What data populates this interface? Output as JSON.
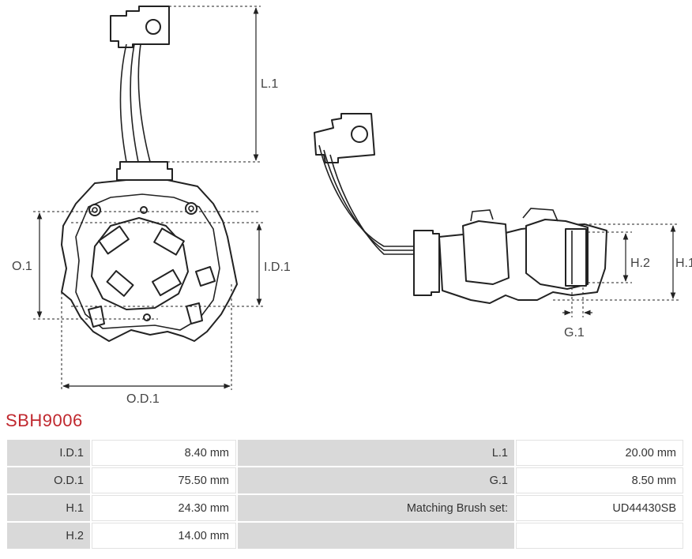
{
  "drawing": {
    "labels": {
      "l1": "L.1",
      "o1": "O.1",
      "id1": "I.D.1",
      "od1": "O.D.1",
      "h1": "H.1",
      "h2": "H.2",
      "g1": "G.1"
    }
  },
  "part_code": "SBH9006",
  "specs": [
    {
      "k1": "I.D.1",
      "v1": "8.40 mm",
      "k2": "L.1",
      "v2": "20.00 mm"
    },
    {
      "k1": "O.D.1",
      "v1": "75.50 mm",
      "k2": "G.1",
      "v2": "8.50 mm"
    },
    {
      "k1": "H.1",
      "v1": "24.30 mm",
      "k2": "Matching Brush set:",
      "v2": "UD44430SB"
    },
    {
      "k1": "H.2",
      "v1": "14.00 mm",
      "k2": "",
      "v2": ""
    }
  ],
  "colors": {
    "part_code": "#c0282e",
    "key_cell": "#d9d9d9"
  }
}
